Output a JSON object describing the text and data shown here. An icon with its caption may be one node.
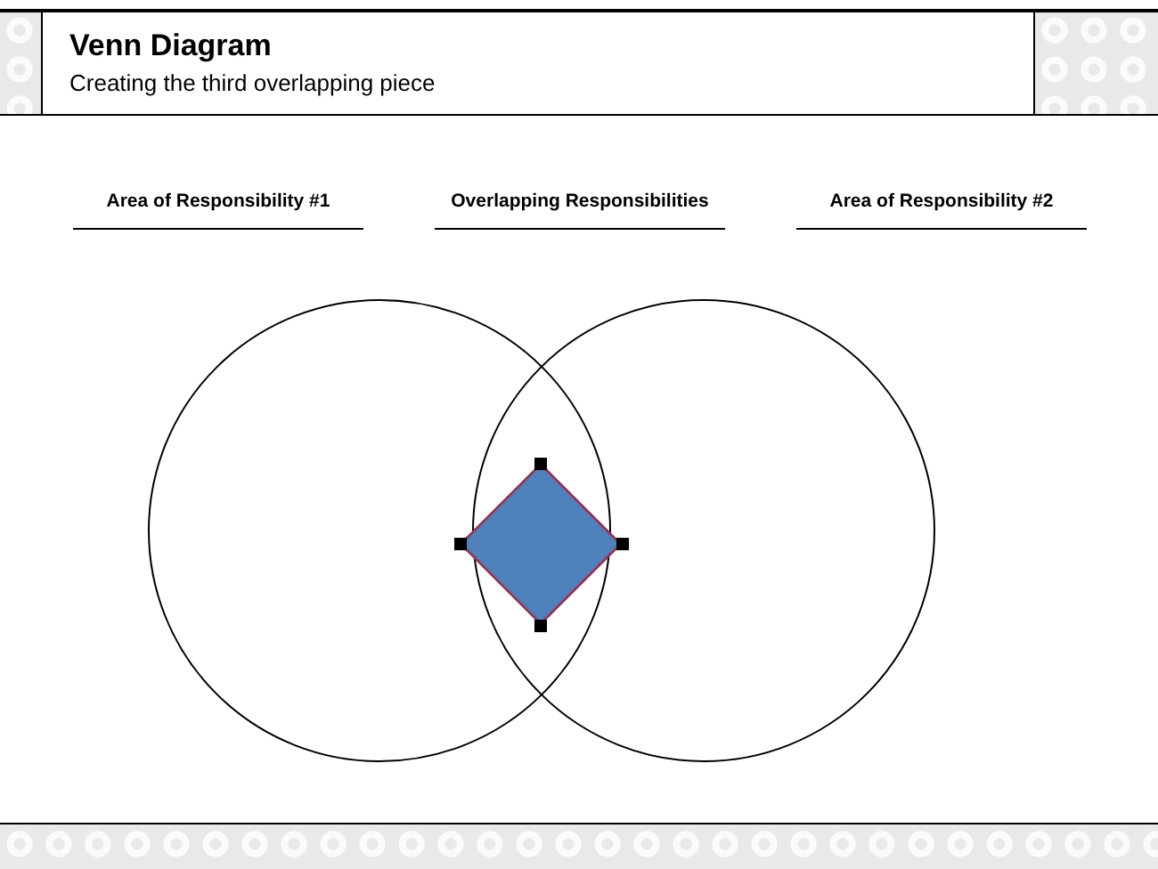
{
  "diagram": {
    "title": "Venn Diagram",
    "nodes": [
      {
        "text": [],
        "shape": "circle"
      },
      {
        "text": [],
        "shape": "circle"
      },
      {
        "text": [],
        "shape": "diamond"
      }
    ],
    "labels": [
      "Creating the third overlapping piece",
      "Area of Responsibility #1",
      "Overlapping Responsibilities",
      "Area of Responsibility #2"
    ]
  }
}
